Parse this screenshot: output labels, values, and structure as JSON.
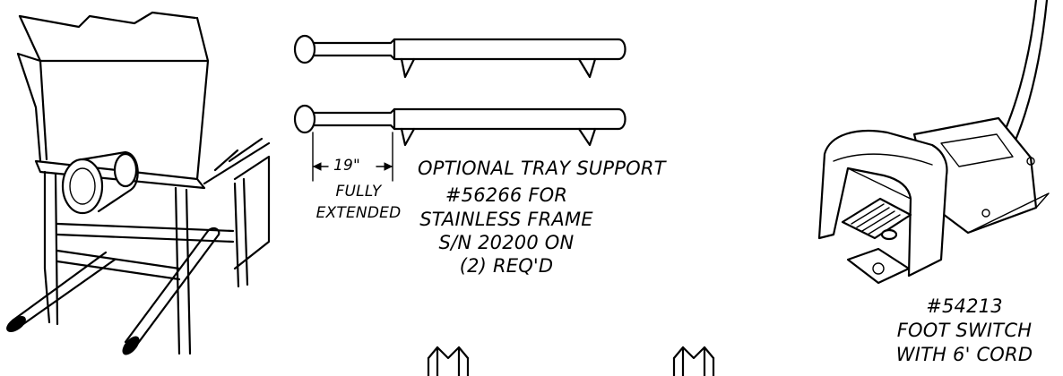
{
  "tray_support": {
    "dimension": "19\"",
    "extended_line1": "FULLY",
    "extended_line2": "EXTENDED",
    "title": "OPTIONAL TRAY SUPPORT",
    "part_line1": "#56266 FOR",
    "part_line2": "STAINLESS FRAME",
    "part_line3": "S/N 20200 ON",
    "part_line4": "(2) REQ'D"
  },
  "foot_switch": {
    "part_number": "#54213",
    "name": "FOOT SWITCH",
    "cord": "WITH 6' CORD"
  }
}
